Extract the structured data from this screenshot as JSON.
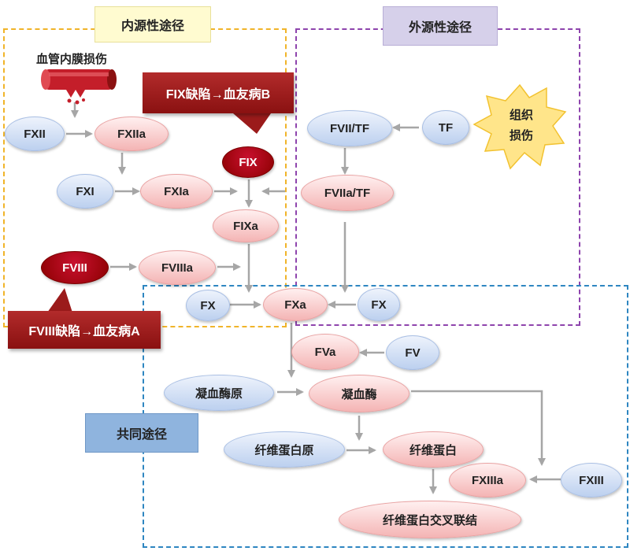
{
  "regions": {
    "intrinsic": "内源性途径",
    "extrinsic": "外源性途径",
    "common": "共同途径"
  },
  "triggers": {
    "vessel_injury": "血管内膜损伤",
    "tissue_injury_line1": "组织",
    "tissue_injury_line2": "损伤"
  },
  "callouts": {
    "fix_deficiency": "FIX缺陷→血友病B",
    "fviii_deficiency": "FVIII缺陷→血友病A"
  },
  "nodes": {
    "fxii": "FXII",
    "fxiia": "FXIIa",
    "fxi": "FXI",
    "fxia": "FXIa",
    "fix": "FIX",
    "fixa": "FIXa",
    "fviii": "FVIII",
    "fviiia": "FVIIIa",
    "fx_left": "FX",
    "fxa": "FXa",
    "fx_right": "FX",
    "fvii_tf": "FVII/TF",
    "tf": "TF",
    "fviia_tf": "FVIIa/TF",
    "fva": "FVa",
    "fv": "FV",
    "prothrombin": "凝血酶原",
    "thrombin": "凝血酶",
    "fibrinogen": "纤维蛋白原",
    "fibrin": "纤维蛋白",
    "fxiiia": "FXIIIa",
    "fxiii": "FXIII",
    "crosslinked_fibrin": "纤维蛋白交叉联结"
  },
  "colors": {
    "intrinsic_border": "#f0b429",
    "extrinsic_border": "#8e44ad",
    "common_border": "#2e86c1",
    "arrow": "#a6a6a6",
    "deficiency_red": "#9b1b1b"
  }
}
